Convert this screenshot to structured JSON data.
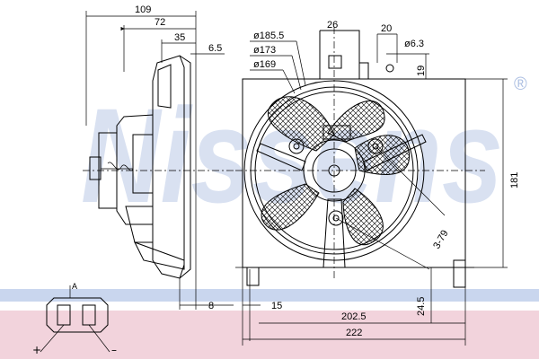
{
  "brand": {
    "watermark": "Nissens",
    "registered_mark": "®"
  },
  "colors": {
    "watermark_blue": "#8aa4d6",
    "band_blue": "#c9d6ee",
    "band_pink": "#f2d3dc"
  },
  "side_view": {
    "dimensions": [
      "109",
      "72",
      "35",
      "6.5",
      "8"
    ]
  },
  "front_view": {
    "diameters": [
      "ø185.5",
      "ø173",
      "ø169",
      "ø6.3"
    ],
    "dimensions": [
      "26",
      "20",
      "19",
      "181",
      "3-79",
      "24.5",
      "15",
      "202.5",
      "222"
    ]
  },
  "connector": {
    "label_top": "A",
    "plus": "+",
    "minus": "–"
  }
}
